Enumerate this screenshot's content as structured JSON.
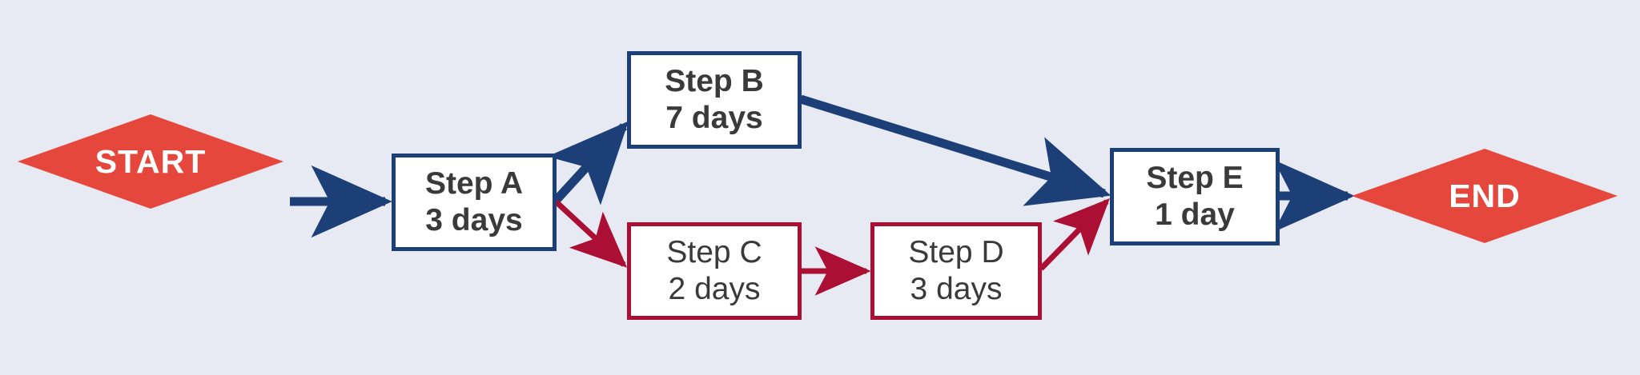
{
  "diagram": {
    "type": "flowchart-critical-path",
    "background_color": "#e7eaf2",
    "critical_color": "#1d3f77",
    "noncritical_color": "#ab0f33",
    "terminator_color": "#e6473c",
    "node_text_color": "#3a3a3a",
    "terminator_text_color": "#ffffff"
  },
  "terminators": [
    {
      "id": "start",
      "label": "START"
    },
    {
      "id": "end",
      "label": "END"
    }
  ],
  "nodes": [
    {
      "id": "a",
      "name": "Step A",
      "duration": "3 days",
      "path": "critical"
    },
    {
      "id": "b",
      "name": "Step B",
      "duration": "7 days",
      "path": "critical"
    },
    {
      "id": "c",
      "name": "Step C",
      "duration": "2 days",
      "path": "normal"
    },
    {
      "id": "d",
      "name": "Step D",
      "duration": "3 days",
      "path": "normal"
    },
    {
      "id": "e",
      "name": "Step E",
      "duration": "1 day",
      "path": "critical"
    }
  ],
  "edges": [
    {
      "id": "start-a",
      "from": "START",
      "to": "Step A",
      "path": "critical"
    },
    {
      "id": "a-b",
      "from": "Step A",
      "to": "Step B",
      "path": "critical"
    },
    {
      "id": "a-c",
      "from": "Step A",
      "to": "Step C",
      "path": "normal"
    },
    {
      "id": "b-e",
      "from": "Step B",
      "to": "Step E",
      "path": "critical"
    },
    {
      "id": "c-d",
      "from": "Step C",
      "to": "Step D",
      "path": "normal"
    },
    {
      "id": "d-e",
      "from": "Step D",
      "to": "Step E",
      "path": "normal"
    },
    {
      "id": "e-end",
      "from": "Step E",
      "to": "END",
      "path": "critical"
    }
  ]
}
